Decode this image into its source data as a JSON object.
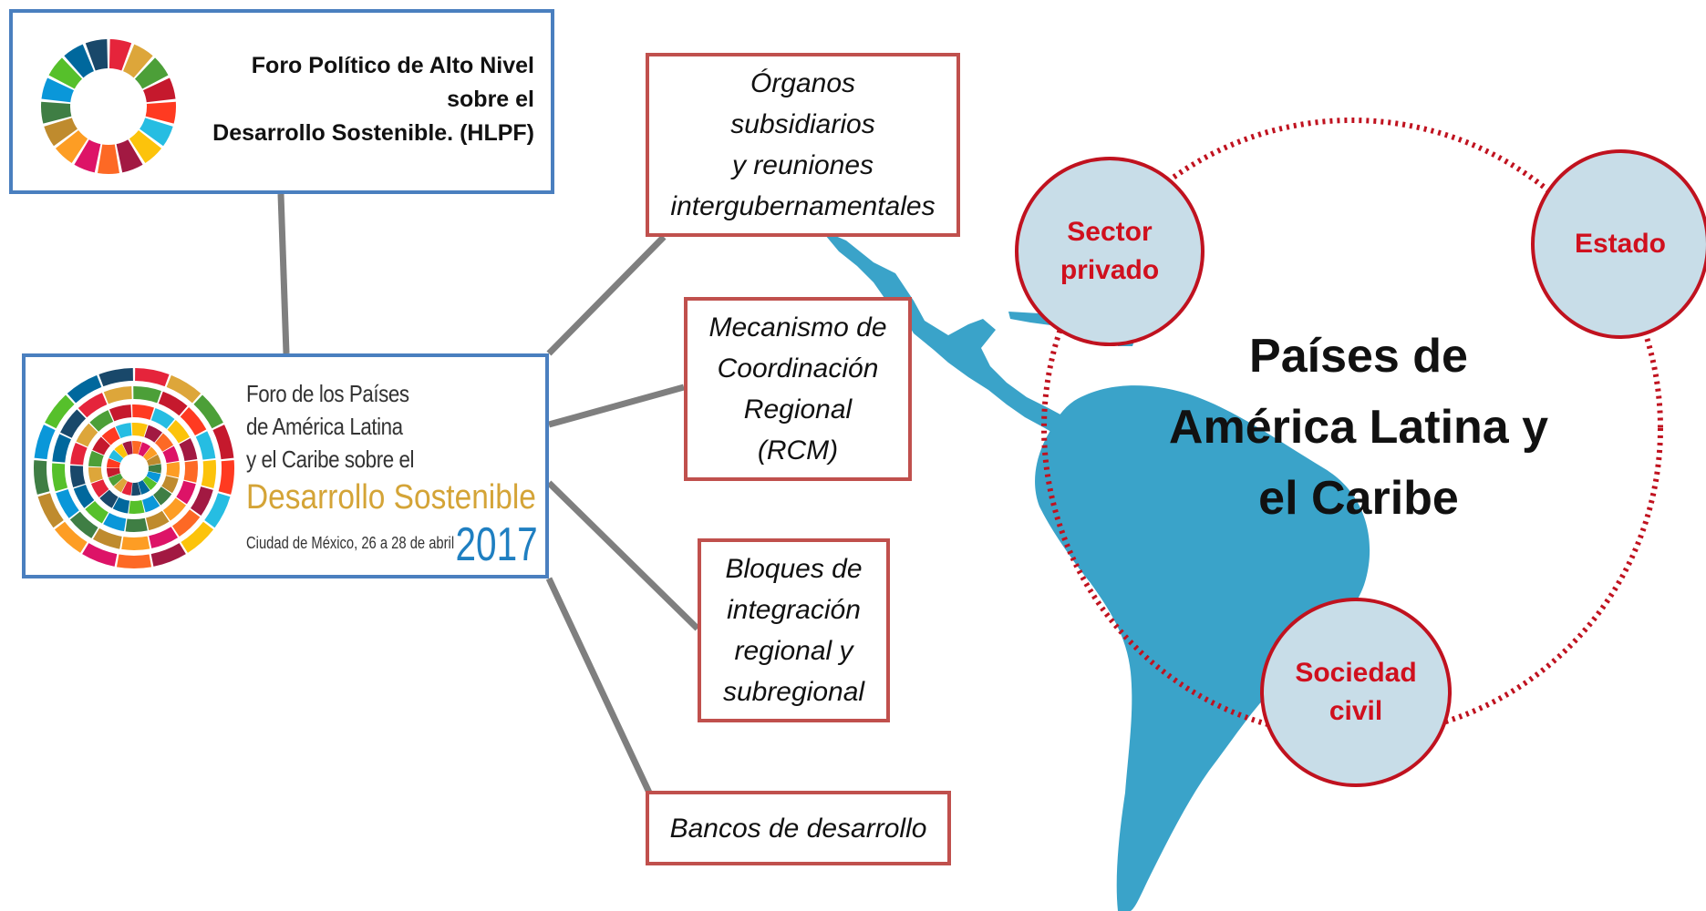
{
  "hlpf": {
    "lines": [
      "Foro Político de Alto Nivel",
      "sobre el",
      "Desarrollo Sostenible. (HLPF)"
    ],
    "logo_icon": "sdg-wheel-icon"
  },
  "forum": {
    "lines": [
      "Foro de los Países",
      "de América Latina",
      "y el Caribe sobre el"
    ],
    "title": "Desarrollo Sostenible",
    "date": "Ciudad de México, 26 a 28 de abril",
    "year": "2017",
    "logo_icon": "spiral-sdg-logo-icon"
  },
  "mechanisms": {
    "organos": [
      "Órganos",
      "subsidiarios",
      "y reuniones",
      "intergubernamentales"
    ],
    "rcm": [
      "Mecanismo de",
      "Coordinación",
      "Regional",
      "(RCM)"
    ],
    "bloques": [
      "Bloques de",
      "integración",
      "regional y",
      "subregional"
    ],
    "bancos": [
      "Bancos de desarrollo"
    ]
  },
  "stakeholders": {
    "sector": [
      "Sector",
      "privado"
    ],
    "estado": [
      "Estado"
    ],
    "sociedad": [
      "Sociedad",
      "civil"
    ]
  },
  "center": {
    "lines": [
      "Países de",
      "América Latina y",
      "el Caribe"
    ]
  },
  "colors": {
    "sdg": [
      "#e5243b",
      "#dda63a",
      "#4c9f38",
      "#c5192d",
      "#ff3a21",
      "#26bde2",
      "#fcc30b",
      "#a21942",
      "#fd6925",
      "#dd1367",
      "#fd9d24",
      "#bf8b2e",
      "#3f7e44",
      "#0a97d9",
      "#56c02b",
      "#00689d",
      "#19486a"
    ],
    "blue_border": "#4a7fbf",
    "red_border": "#c0504d",
    "circle_fill": "#c8dde8",
    "circle_border": "#c0121f",
    "map": "#3aa3c9",
    "connector": "#7f7f7f"
  }
}
